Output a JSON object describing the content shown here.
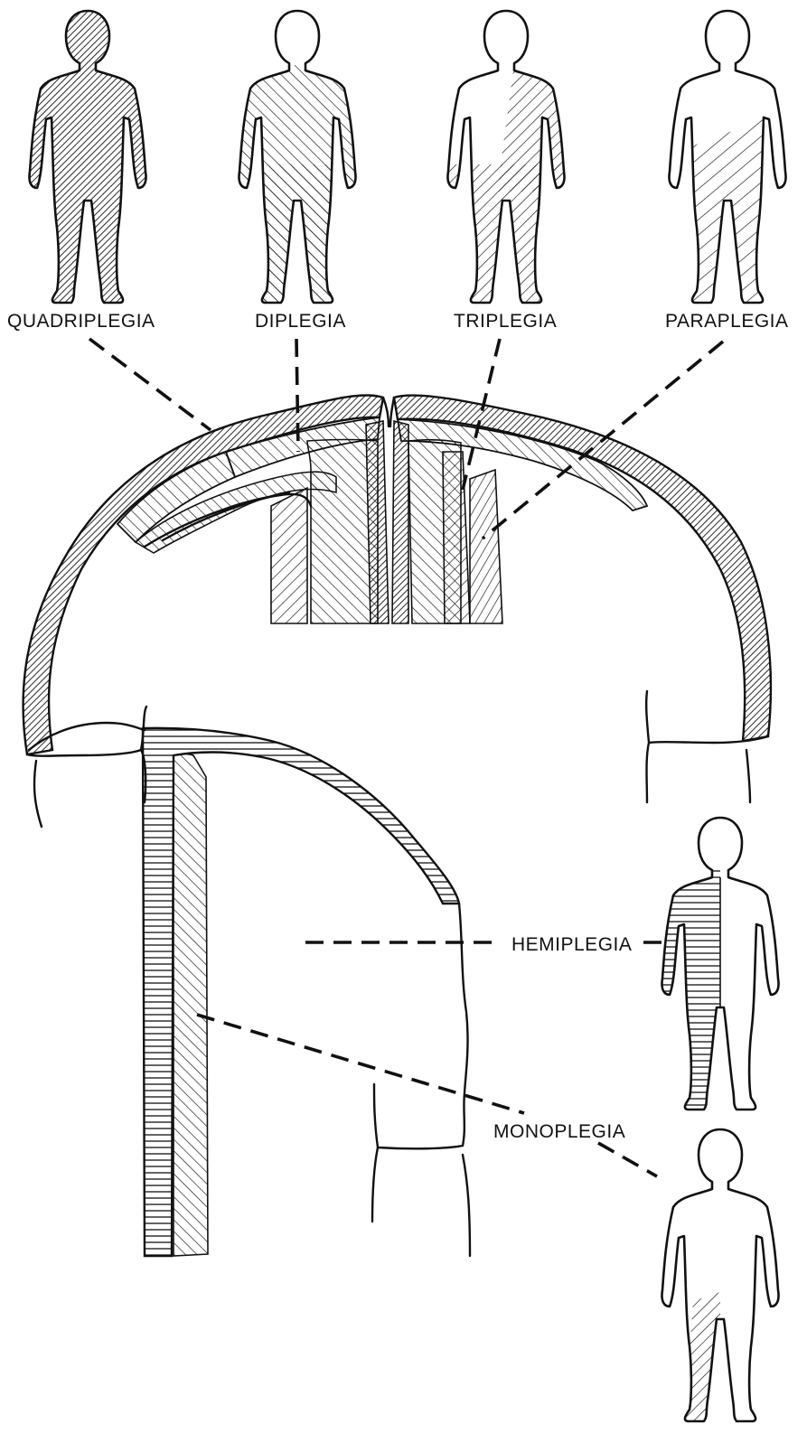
{
  "labels": {
    "quadriplegia": "QUADRIPLEGIA",
    "diplegia": "DIPLEGIA",
    "triplegia": "TRIPLEGIA",
    "paraplegia": "PARAPLEGIA",
    "hemiplegia": "HEMIPLEGIA",
    "monoplegia": "MONOPLEGIA"
  },
  "colors": {
    "ink": "#111111",
    "background": "#ffffff"
  }
}
